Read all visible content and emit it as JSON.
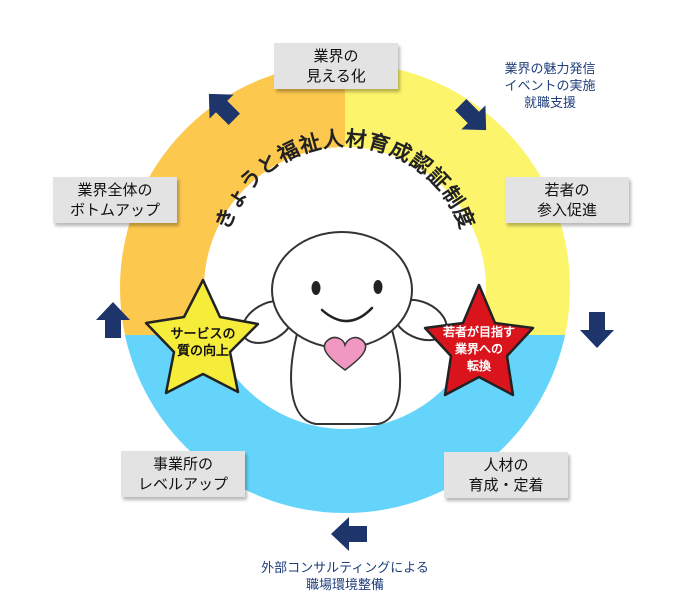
{
  "colors": {
    "ring_orange": "#fcc84e",
    "ring_yellow": "#fcf46b",
    "ring_blue": "#65d4fb",
    "arrow_navy": "#1d356b",
    "box_gray": "#e3e3e3",
    "star_left": "#f6ec3a",
    "star_right": "#d9141c",
    "heart": "#f098c2",
    "note_text": "#1f3e7a"
  },
  "ring_title": "きょうと福祉人材育成認証制度",
  "stars": {
    "left": "サービスの\n質の向上",
    "right": "若者が目指す\n業界への\n転換"
  },
  "boxes": {
    "top": "業界の\n見える化",
    "right_top": "若者の\n参入促進",
    "right_bottom": "人材の\n育成・定着",
    "left_bottom": "事業所の\nレベルアップ",
    "left_top": "業界全体の\nボトムアップ"
  },
  "notes": {
    "top_right": "業界の魅力発信\nイベントの実施\n就職支援",
    "bottom": "外部コンサルティングによる\n職場環境整備"
  },
  "icons": [
    "arrow-up-right-icon",
    "arrow-down-right-icon",
    "arrow-down-icon",
    "arrow-left-icon",
    "arrow-up-icon",
    "mascot-character",
    "heart-icon",
    "star-icon"
  ]
}
